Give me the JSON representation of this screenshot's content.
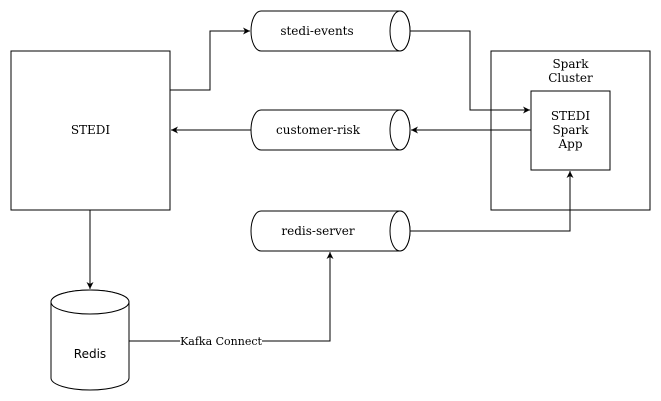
{
  "nodes": {
    "stedi": {
      "label": "STEDI"
    },
    "redis": {
      "label": "Redis"
    },
    "stedi_events": {
      "label": "stedi-events"
    },
    "customer_risk": {
      "label": "customer-risk"
    },
    "redis_server": {
      "label": "redis-server"
    },
    "spark_cluster": {
      "label_lines": [
        "Spark",
        "Cluster"
      ]
    },
    "stedi_spark_app": {
      "label_lines": [
        "STEDI",
        "Spark",
        "App"
      ]
    }
  },
  "edges": {
    "kafka_connect": {
      "label": "Kafka Connect"
    }
  }
}
